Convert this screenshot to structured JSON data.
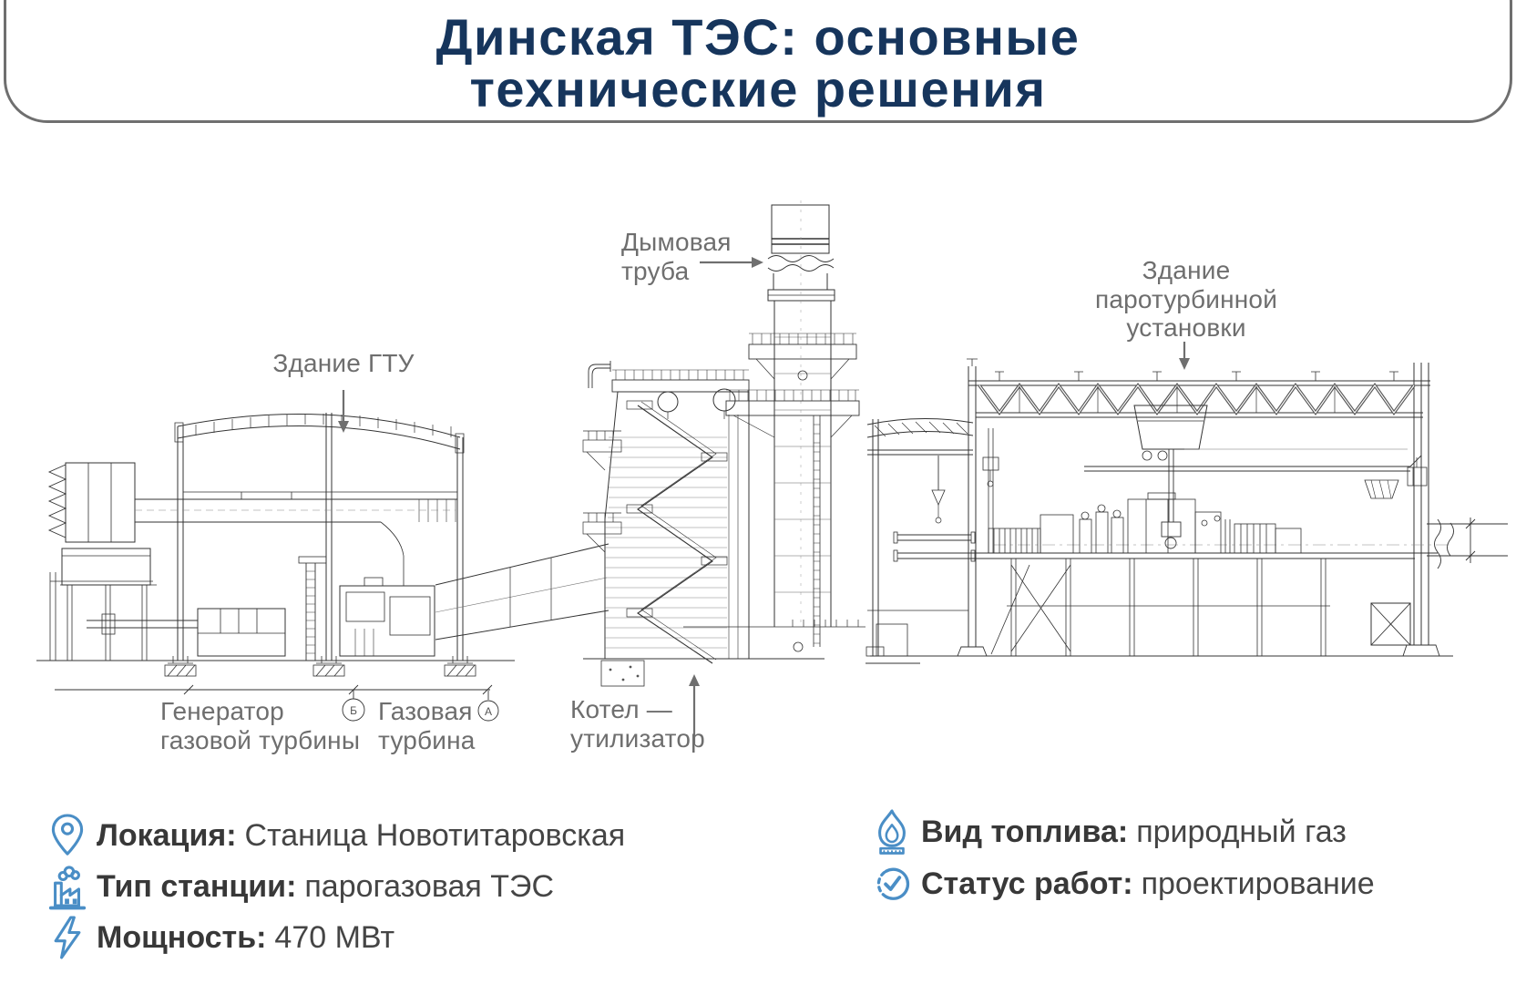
{
  "header": {
    "title_line1": "Динская ТЭС: основные",
    "title_line2": "технические решения"
  },
  "diagram": {
    "labels": {
      "gtu_building": "Здание ГТУ",
      "chimney_line1": "Дымовая",
      "chimney_line2": "труба",
      "stp_line1": "Здание",
      "stp_line2": "паротурбинной",
      "stp_line3": "установки",
      "generator_line1": "Генератор",
      "generator_line2": "газовой турбины",
      "gas_turbine_line1": "Газовая",
      "gas_turbine_line2": "турбина",
      "boiler_line1": "Котел —",
      "boiler_line2": "утилизатор",
      "axis_b": "Б",
      "axis_a": "А"
    }
  },
  "facts": {
    "left": [
      {
        "icon": "location-pin",
        "label": "Локация:",
        "value": "Станица Новотитаровская"
      },
      {
        "icon": "factory",
        "label": "Тип станции:",
        "value": "парогазовая ТЭС"
      },
      {
        "icon": "lightning",
        "label": "Мощность:",
        "value": "470 МВт"
      }
    ],
    "right": [
      {
        "icon": "gas-flame",
        "label": "Вид топлива:",
        "value": "природный газ"
      },
      {
        "icon": "check-circle",
        "label": "Статус работ:",
        "value": "проектирование"
      }
    ]
  },
  "colors": {
    "title_navy": "#16355c",
    "icon_blue": "#4a8ec6",
    "text_dark": "#3d3d3d",
    "label_gray": "#6e6e6e",
    "line_gray": "#6f6f6f"
  }
}
